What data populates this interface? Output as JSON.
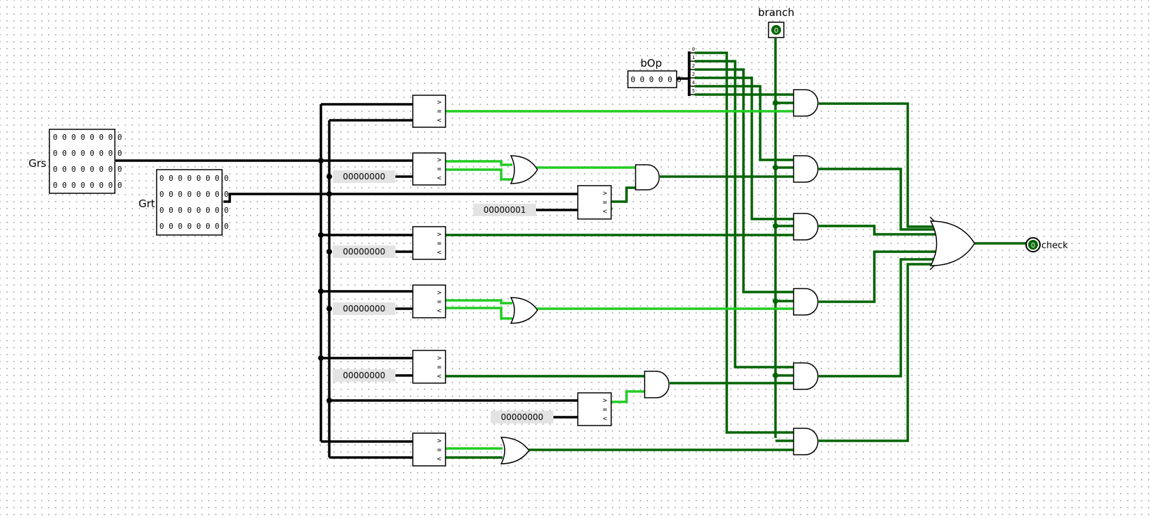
{
  "components": {
    "grs": {
      "label": "Grs",
      "rows": [
        "0 0 0 0 0 0 0 0",
        "0 0 0 0 0 0 0 0",
        "0 0 0 0 0 0 0 0",
        "0 0 0 0 0 0 0 0"
      ]
    },
    "grt": {
      "label": "Grt",
      "rows": [
        "0 0 0 0 0 0 0 0",
        "0 0 0 0 0 0 0 0",
        "0 0 0 0 0 0 0 0",
        "0 0 0 0 0 0 0 0"
      ]
    },
    "bop": {
      "label": "bOp",
      "value": "0 0 0 0 0 0"
    },
    "branch": {
      "label": "branch",
      "value": "0"
    },
    "check": {
      "label": "check",
      "value": "0"
    },
    "splitter_pins": [
      "0",
      "1",
      "2",
      "2",
      "4",
      "5"
    ],
    "comparator_symbols": {
      "gt": ">",
      "eq": "=",
      "lt": "<"
    },
    "constants": {
      "c1": "00000000",
      "c2": "00000001",
      "c3": "00000000",
      "c4": "00000000",
      "c5": "00000000",
      "c6": "00000000"
    }
  },
  "colors": {
    "wire_bus": "#000000",
    "wire_low": "#006400",
    "wire_high": "#22cc22",
    "constant_fill": "#e3e3e3"
  }
}
